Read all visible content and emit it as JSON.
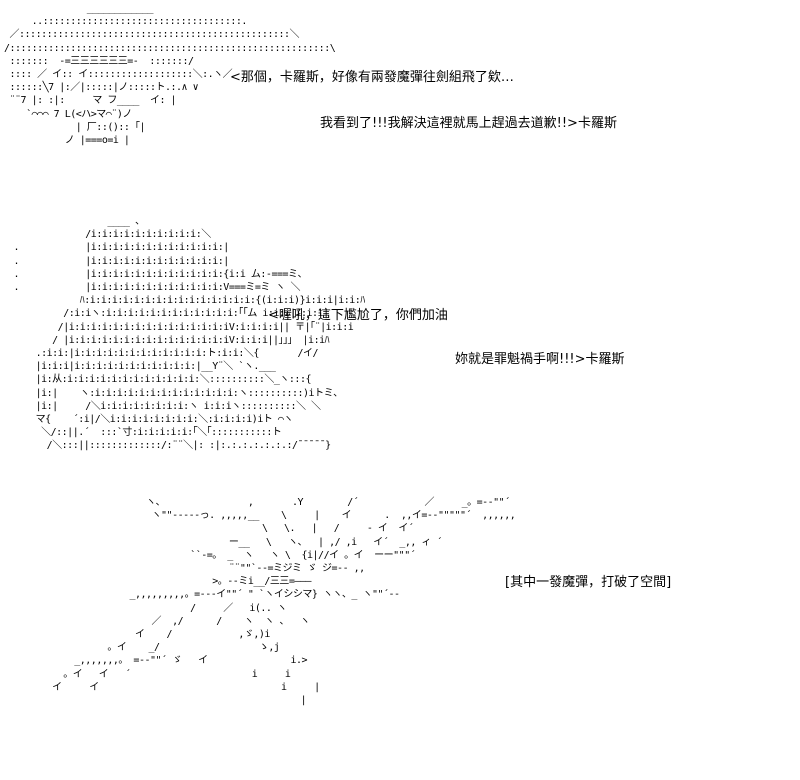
{
  "dialogue": {
    "top_line_1": "<那個，卡羅斯，好像有兩發魔彈往劍組飛了欸…",
    "top_line_2": "我看到了!!!我解決這裡就馬上趕過去道歉!!>卡羅斯",
    "mid_line_1": "<喔吼，這下尷尬了，你們加油",
    "mid_line_2": "妳就是罪魁禍手啊!!!>卡羅斯",
    "bottom_line_1": "[其中一發魔彈，打破了空間]"
  }
}
